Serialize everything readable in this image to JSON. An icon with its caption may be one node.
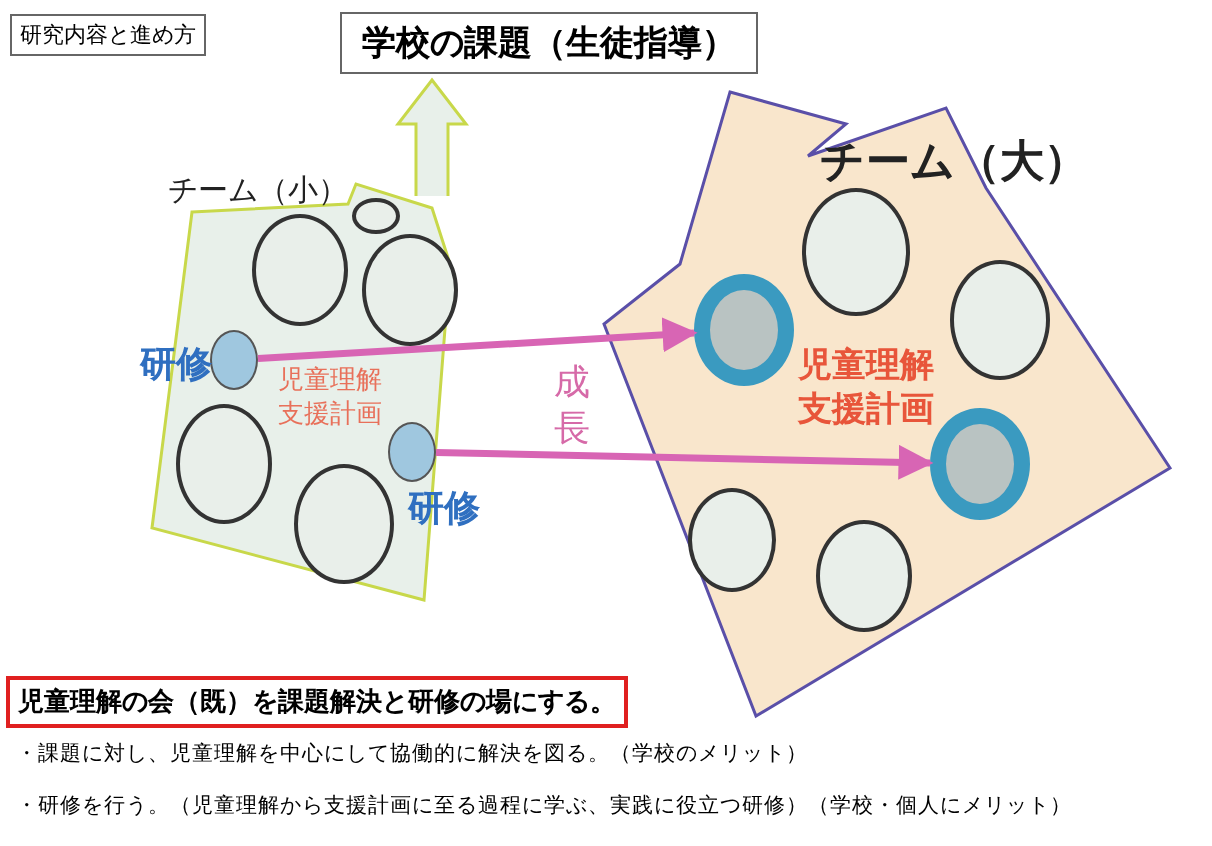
{
  "diagram": {
    "title": "学校の課題（生徒指導）",
    "nodes": [
      {
        "text": [
          "チーム（小）"
        ]
      },
      {
        "text": [],
        "shape": "circle",
        "in": 0
      },
      {
        "text": [],
        "shape": "circle",
        "in": 0
      },
      {
        "text": [],
        "shape": "circle",
        "in": 0
      },
      {
        "text": [],
        "shape": "circle",
        "in": 0
      },
      {
        "text": [],
        "shape": "circle",
        "in": 0
      },
      {
        "text": [],
        "shape": "circle",
        "in": 0,
        "beside": [
          "研修"
        ]
      },
      {
        "text": [],
        "shape": "circle",
        "in": 0,
        "beside": [
          "研修"
        ]
      },
      {
        "text": [
          "チーム（大）"
        ]
      },
      {
        "text": [],
        "shape": "circle",
        "in": 8
      },
      {
        "text": [],
        "shape": "circle",
        "in": 8
      },
      {
        "text": [],
        "shape": "circle",
        "in": 8
      },
      {
        "text": [],
        "shape": "circle",
        "in": 8
      },
      {
        "text": [],
        "shape": "circle",
        "in": 8
      },
      {
        "text": [],
        "shape": "circle",
        "in": 8
      }
    ],
    "edges": [
      {
        "from": 6,
        "to": 10,
        "arrow": "to"
      },
      {
        "from": 7,
        "to": 13,
        "arrow": "to"
      }
    ],
    "labels": [
      "研究内容と進め方",
      "児童理解支援計画",
      "成長",
      "児童理解支援計画",
      "児童理解の会（既）を課題解決と研修の場にする。",
      "・課題に対し、児童理解を中心にして協働的に解決を図る。（学校のメリット）",
      "・研修を行う。（児童理解から支援計画に至る過程に学ぶ、実践に役立つ研修）（学校・個人にメリット）"
    ]
  }
}
